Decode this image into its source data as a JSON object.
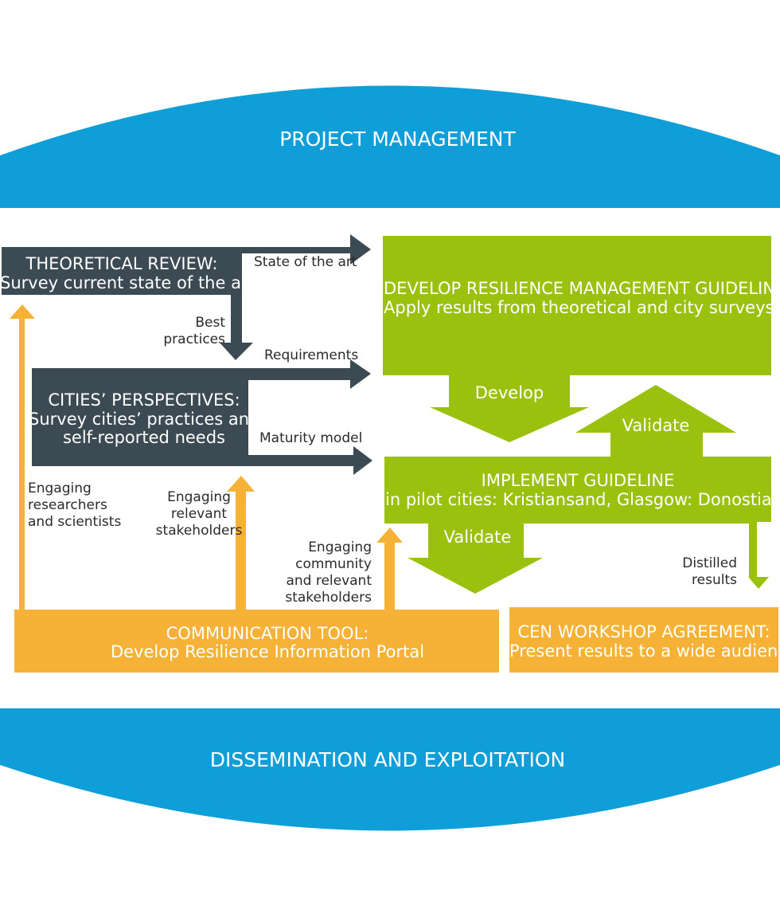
{
  "colors": {
    "blue": "#0f9ed8",
    "dark": "#3c4a53",
    "green": "#9ac10e",
    "orange": "#f5b236",
    "white": "#ffffff",
    "text_dark": "#2b2b2b"
  },
  "header": {
    "title": "PROJECT MANAGEMENT"
  },
  "footer": {
    "title": "DISSEMINATION AND EXPLOITATION"
  },
  "boxes": {
    "theoretical": {
      "title": "THEORETICAL REVIEW:",
      "subtitle": "Survey current state of the art"
    },
    "cities": {
      "title": "CITIES’ PERSPECTIVES:",
      "line1": "Survey cities’ practices and",
      "line2": "self-reported needs"
    },
    "develop": {
      "title": "DEVELOP RESILIENCE MANAGEMENT GUIDELINE:",
      "subtitle": "Apply results from theoretical and city surveys"
    },
    "implement": {
      "title": "IMPLEMENT GUIDELINE",
      "subtitle": "in pilot cities: Kristiansand, Glasgow: Donostia"
    },
    "communication": {
      "title": "COMMUNICATION TOOL:",
      "subtitle": "Develop Resilience Information Portal"
    },
    "cen": {
      "title": "CEN WORKSHOP AGREEMENT:",
      "subtitle": "Present results to a wide audience"
    }
  },
  "labels": {
    "state_of_art": "State of the art",
    "best_practices": [
      "Best",
      "practices"
    ],
    "requirements": "Requirements",
    "maturity_model": "Maturity model",
    "develop": "Develop",
    "validate_up": "Validate",
    "validate_down": "Validate",
    "distilled_results": [
      "Distilled",
      "results"
    ],
    "engaging_researchers": [
      "Engaging",
      "researchers",
      "and scientists"
    ],
    "engaging_relevant": [
      "Engaging",
      "relevant",
      "stakeholders"
    ],
    "engaging_community": [
      "Engaging",
      "community",
      "and relevant",
      "stakeholders"
    ]
  }
}
